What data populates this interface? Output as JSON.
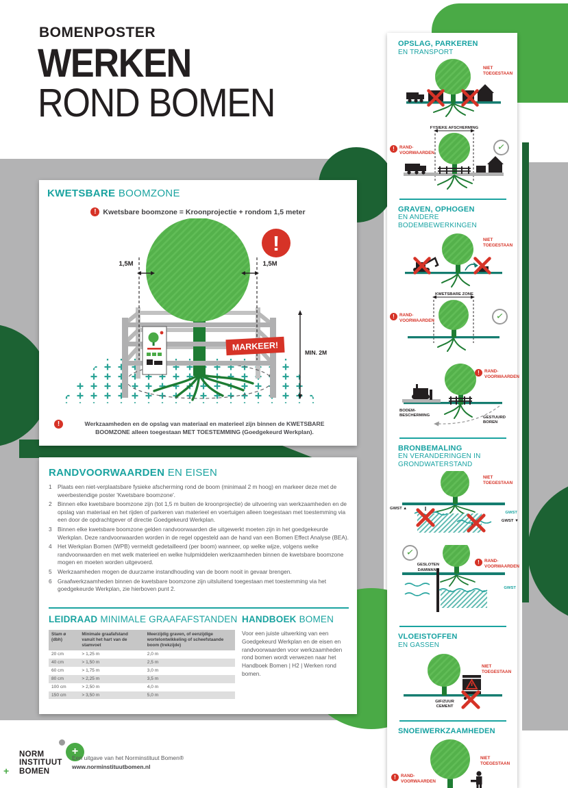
{
  "page": {
    "kicker": "BOMENPOSTER",
    "title_bold": "WERKEN",
    "title_light": "ROND BOMEN"
  },
  "icons": {
    "exclamation": "!",
    "check": "✓"
  },
  "colors": {
    "teal_heading": "#1aa3a0",
    "red": "#d63327",
    "green": "#4aaa46",
    "dark_green": "#1c6233",
    "trunk_green": "#1e7c33",
    "gray_bg": "#b3b3b4",
    "ground_teal": "#157d70"
  },
  "boomzone": {
    "heading_bold": "KWETSBARE",
    "heading_light": "BOOMZONE",
    "formula": "Kwetsbare boomzone = Kroonprojectie + rondom 1,5 meter",
    "dim_left": "1,5M",
    "dim_right": "1,5M",
    "markeer": "MARKEER!",
    "min_height": "MIN. 2M",
    "warning": "Werkzaamheden en de opslag van materiaal en materieel zijn binnen de KWETSBARE BOOMZONE alleen toegestaan MET TOESTEMMING (Goedgekeurd Werkplan)."
  },
  "randvoorwaarden": {
    "heading_bold": "RANDVOORWAARDEN",
    "heading_light": "EN EISEN",
    "items": [
      {
        "n": "1",
        "t": "Plaats een niet-verplaatsbare fysieke afscherming rond de boom (minimaal 2 m hoog) en markeer deze met de weerbestendige poster 'Kwetsbare boomzone'."
      },
      {
        "n": "2",
        "t": "Binnen elke kwetsbare boomzone zijn (tot 1,5 m buiten de kroonprojectie) de uitvoering van werkzaamheden en de opslag van materiaal en het rijden of parkeren van materieel en voertuigen alleen toegestaan met toestemming via een door de opdrachtgever of directie Goedgekeurd Werkplan."
      },
      {
        "n": "3",
        "t": "Binnen elke kwetsbare boomzone gelden randvoorwaarden die uitgewerkt moeten zijn in het goedgekeurde Werkplan. Deze randvoorwaarden worden in de regel opgesteld aan de hand van een Bomen Effect Analyse (BEA)."
      },
      {
        "n": "4",
        "t": "Het Werkplan Bomen (WPB) vermeldt gedetailleerd (per boom) wanneer, op welke wijze, volgens welke randvoorwaarden en met welk materieel en welke hulpmiddelen werkzaamheden binnen de kwetsbare boomzone mogen en moeten worden uitgevoerd."
      },
      {
        "n": "5",
        "t": "Werkzaamheden mogen de duurzame instandhouding van de boom nooit in gevaar brengen."
      },
      {
        "n": "6",
        "t": "Graafwerkzaamheden binnen de kwetsbare boomzone zijn uitsluitend toegestaan met toestemming via het goedgekeurde Werkplan, zie hierboven punt 2."
      }
    ]
  },
  "leidraad": {
    "heading_bold": "LEIDRAAD",
    "heading_light": "MINIMALE GRAAFAFSTANDEN",
    "col1": "Stam ø (dbh)",
    "col2": "Minimale graafafstand vanuit het hart van de stamvoet",
    "col3": "Meerzijdig graven, of eenzijdige wortelontwikkeling of scheefstaande boom (trekzijde)",
    "rows": [
      {
        "c1": "20 cm",
        "c2": "> 1,25 m",
        "c3": "2,0 m"
      },
      {
        "c1": "40 cm",
        "c2": "> 1,50 m",
        "c3": "2,5 m"
      },
      {
        "c1": "60 cm",
        "c2": "> 1,75 m",
        "c3": "3,0 m"
      },
      {
        "c1": "80 cm",
        "c2": "> 2,25 m",
        "c3": "3,5 m"
      },
      {
        "c1": "100 cm",
        "c2": "> 2,50 m",
        "c3": "4,0 m"
      },
      {
        "c1": "150 cm",
        "c2": "> 3,50 m",
        "c3": "5,0 m"
      }
    ]
  },
  "handboek": {
    "heading_bold": "HANDBOEK",
    "heading_light": "BOMEN",
    "body": "Voor een juiste uitwerking van een Goedgekeurd Werkplan en de eisen en randvoorwaarden voor werkzaamheden rond bomen wordt verwezen naar het Handboek Bomen | H2 | Werken rond bomen."
  },
  "sidebar": {
    "labels": {
      "niet_toegestaan": "NIET TOEGESTAAN",
      "randvoorwaarden": "RAND-VOORWAARDEN"
    },
    "s1": {
      "title_bold": "OPSLAG, PARKEREN",
      "title_light": "EN TRANSPORT",
      "fysieke_afscherming": "FYSIEKE AFSCHERMING"
    },
    "s2": {
      "title_bold": "GRAVEN, OPHOGEN",
      "title_light": "EN ANDERE BODEMBEWERKINGEN",
      "kwetsbare_zone": "KWETSBARE ZONE",
      "bodem_bescherming": "BODEM­BESCHERMING",
      "gestuurd_boren": "GESTUURD BOREN"
    },
    "s3": {
      "title_bold": "BRONBEMALING",
      "title_light": "EN VERANDERINGEN IN GRONDWATERSTAND",
      "gwst_up": "GWST ▲",
      "gwst": "GWST",
      "gwst_down": "GWST ▼",
      "gesloten_damwand": "GESLOTEN DAMWAND"
    },
    "s4": {
      "title_bold": "VLOEISTOFFEN",
      "title_light": "EN GASSEN",
      "gif_zuur": "GIF/ZUUR CEMENT"
    },
    "s5": {
      "title_bold": "SNOEIWERKZAAMHEDEN"
    }
  },
  "footer": {
    "logo_line1": "NORM",
    "logo_line2": "INSTITUUT",
    "logo_line3": "BOMEN",
    "logo_plus": "+",
    "publisher": "Een uitgave van het Norminstituut Bomen®",
    "website": "www.norminstituutbomen.nl"
  }
}
